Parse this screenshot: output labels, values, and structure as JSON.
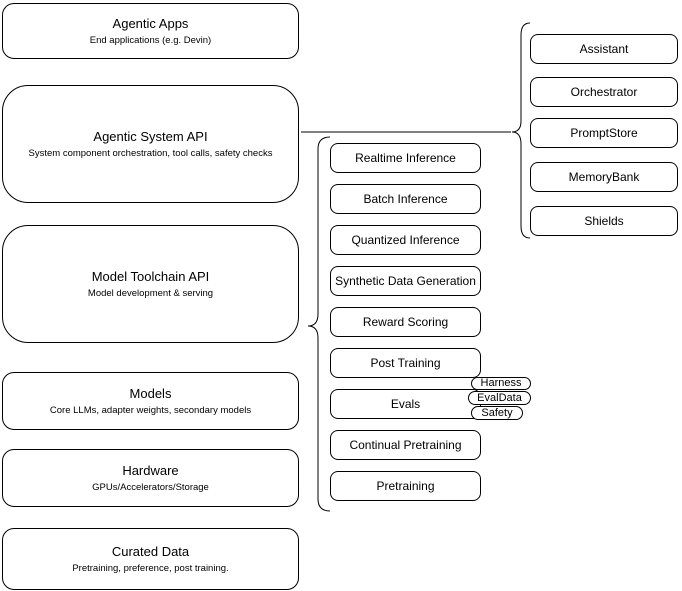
{
  "diagram": {
    "left_column": [
      {
        "title": "Agentic Apps",
        "subtitle": "End applications (e.g. Devin)"
      },
      {
        "title": "Agentic System API",
        "subtitle": "System component orchestration, tool calls, safety checks"
      },
      {
        "title": "Model Toolchain API",
        "subtitle": "Model development & serving"
      },
      {
        "title": "Models",
        "subtitle": "Core LLMs, adapter weights, secondary models"
      },
      {
        "title": "Hardware",
        "subtitle": "GPUs/Accelerators/Storage"
      },
      {
        "title": "Curated Data",
        "subtitle": "Pretraining, preference, post training."
      }
    ],
    "toolchain_services": [
      "Realtime Inference",
      "Batch Inference",
      "Quantized Inference",
      "Synthetic Data Generation",
      "Reward Scoring",
      "Post Training",
      "Evals",
      "Continual Pretraining",
      "Pretraining"
    ],
    "evals_tags": [
      "Harness",
      "EvalData",
      "Safety"
    ],
    "system_components": [
      "Assistant",
      "Orchestrator",
      "PromptStore",
      "MemoryBank",
      "Shields"
    ],
    "colors": {
      "stroke": "#000000",
      "node_fill": "#ffffff",
      "text": "#000000",
      "background": "#ffffff"
    }
  }
}
